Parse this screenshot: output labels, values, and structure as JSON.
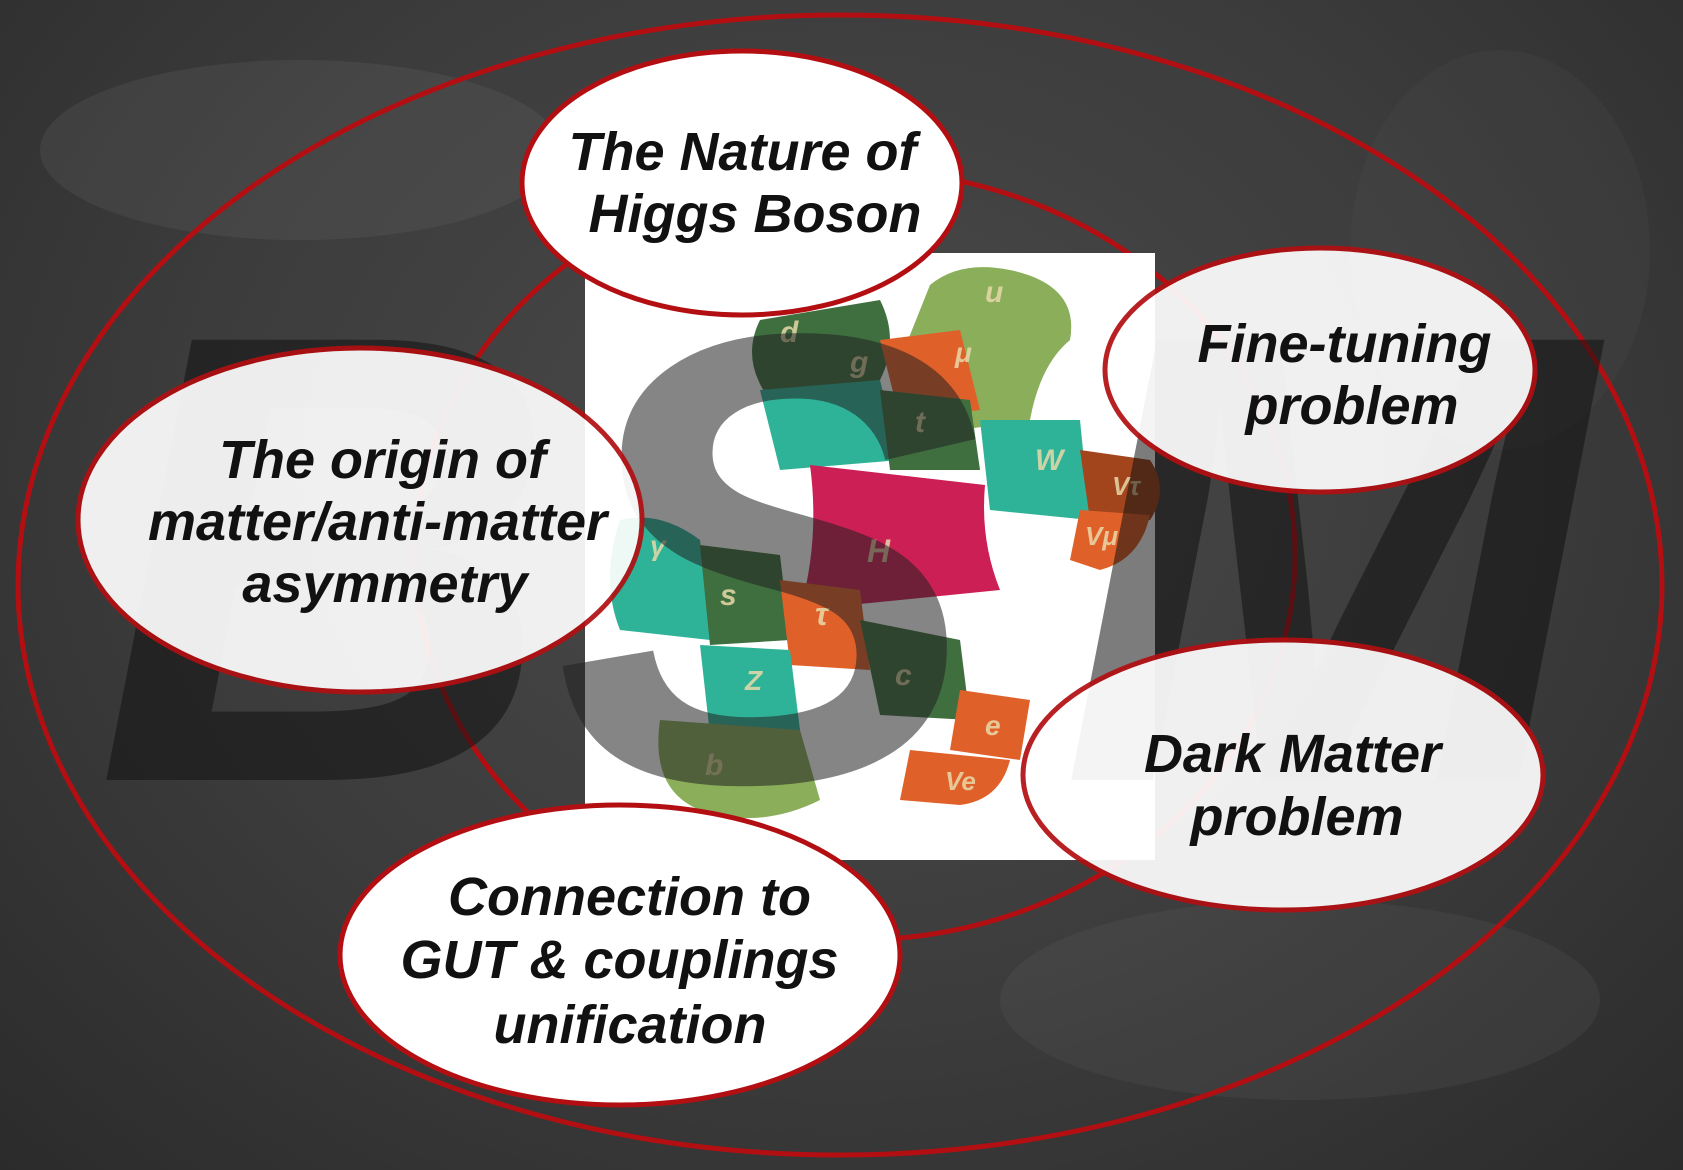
{
  "title_letters": [
    "B",
    "S",
    "M"
  ],
  "bubbles": [
    {
      "id": "higgs",
      "lines": [
        "The Nature of",
        "Higgs Boson"
      ]
    },
    {
      "id": "fine-tuning",
      "lines": [
        "Fine-tuning",
        "problem"
      ]
    },
    {
      "id": "matter-antimatter",
      "lines": [
        "The origin of",
        "matter/anti-matter",
        "asymmetry"
      ]
    },
    {
      "id": "dark-matter",
      "lines": [
        "Dark Matter",
        "problem"
      ]
    },
    {
      "id": "gut",
      "lines": [
        "Connection to",
        "GUT & couplings",
        "unification"
      ]
    }
  ],
  "puzzle_labels": {
    "u": "u",
    "mu": "μ",
    "d": "d",
    "g": "g",
    "t": "t",
    "w": "W",
    "nu_tau": "Vτ",
    "nu_mu": "Vμ",
    "h": "H",
    "y": "γ",
    "s": "s",
    "T": "τ",
    "z": "Z",
    "c": "c",
    "b": "b",
    "e": "e",
    "nu_e": "Ve"
  },
  "colors": {
    "ring": "#b30f12",
    "bubble_fill": "#ffffff",
    "background": "#3a3a3a",
    "bsm_fill": "#1a1a1a",
    "higgs_piece": "#cc1f55"
  }
}
